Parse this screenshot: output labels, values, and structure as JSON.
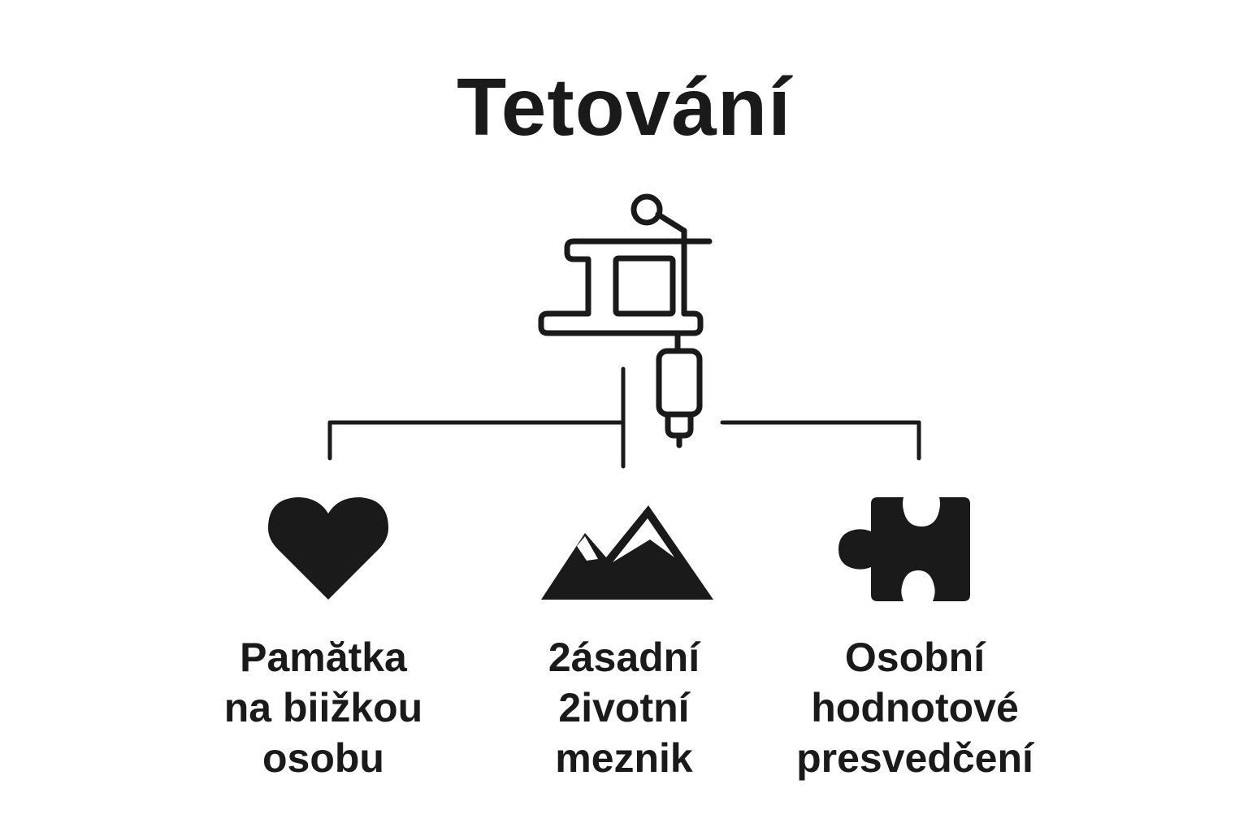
{
  "title": "Tetování",
  "center_icon": "tattoo-machine-icon",
  "colors": {
    "ink": "#1a1a1a",
    "background": "#ffffff"
  },
  "items": [
    {
      "icon": "heart-icon",
      "lines": [
        "Pamătka",
        "na biižkou",
        "osobu"
      ]
    },
    {
      "icon": "mountain-icon",
      "lines": [
        "2ásadní",
        "2ivotní",
        "meznik"
      ]
    },
    {
      "icon": "puzzle-piece-icon",
      "lines": [
        "Osobní",
        "hodnotové",
        "presvedčení"
      ]
    }
  ]
}
